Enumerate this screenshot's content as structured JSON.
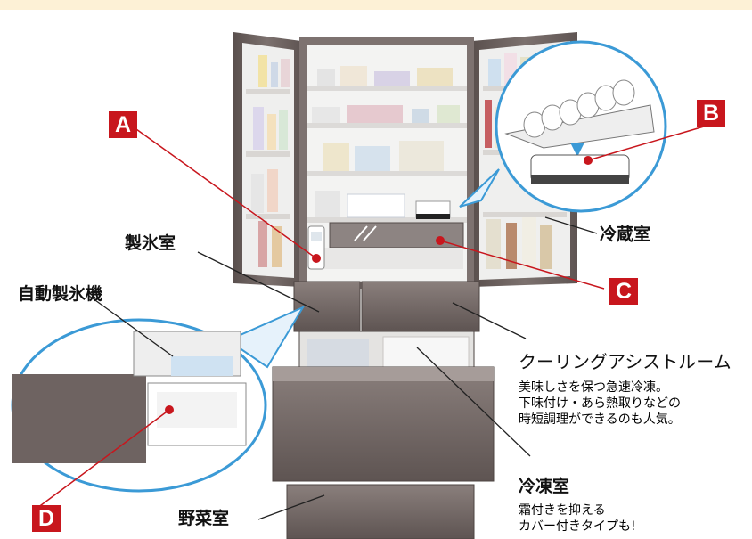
{
  "labels": {
    "fridge": "冷蔵室",
    "ice_room": "製氷室",
    "auto_ice_maker": "自動製氷機",
    "cooling_assist": "クーリングアシストルーム",
    "freezer": "冷凍室",
    "vegetable": "野菜室"
  },
  "descriptions": {
    "cooling_assist": [
      "美味しさを保つ急速冷凍。",
      "下味付け・あら熱取りなどの",
      "時短調理ができるのも人気。"
    ],
    "freezer": [
      "霜付きを抑える",
      "カバー付きタイプも!"
    ]
  },
  "markers": [
    "A",
    "B",
    "C",
    "D"
  ],
  "colors": {
    "marker": "#c8161d",
    "background_band": "#fdf1d6",
    "fridge_body": "#6e6361",
    "callout_fill": "#e6f2fb",
    "callout_border": "#3b9ad6"
  }
}
